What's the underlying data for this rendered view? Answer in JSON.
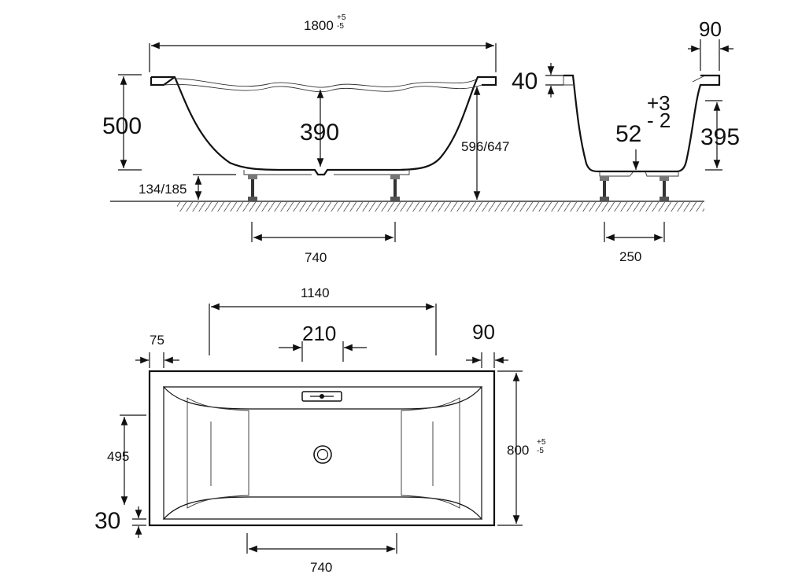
{
  "colors": {
    "line": "#111111",
    "background": "#ffffff"
  },
  "side_view": {
    "length": "1800",
    "length_tol_plus": "+5",
    "length_tol_minus": "-5",
    "height": "500",
    "inner_depth": "390",
    "overall_height": "596/647",
    "foot_height": "134/185",
    "feet_distance": "740"
  },
  "end_view": {
    "rim_width": "90",
    "rim_height": "40",
    "tol_plus": "+3",
    "tol_minus": "- 2",
    "drain_value": "52",
    "depth": "395",
    "feet_distance": "250"
  },
  "top_view": {
    "inner_length": "1140",
    "drain_width": "210",
    "left_rim": "75",
    "right_rim": "90",
    "center_to_drain": "495",
    "bottom_rim": "30",
    "width": "800",
    "width_tol_plus": "+5",
    "width_tol_minus": "-5",
    "feet_distance": "740"
  }
}
